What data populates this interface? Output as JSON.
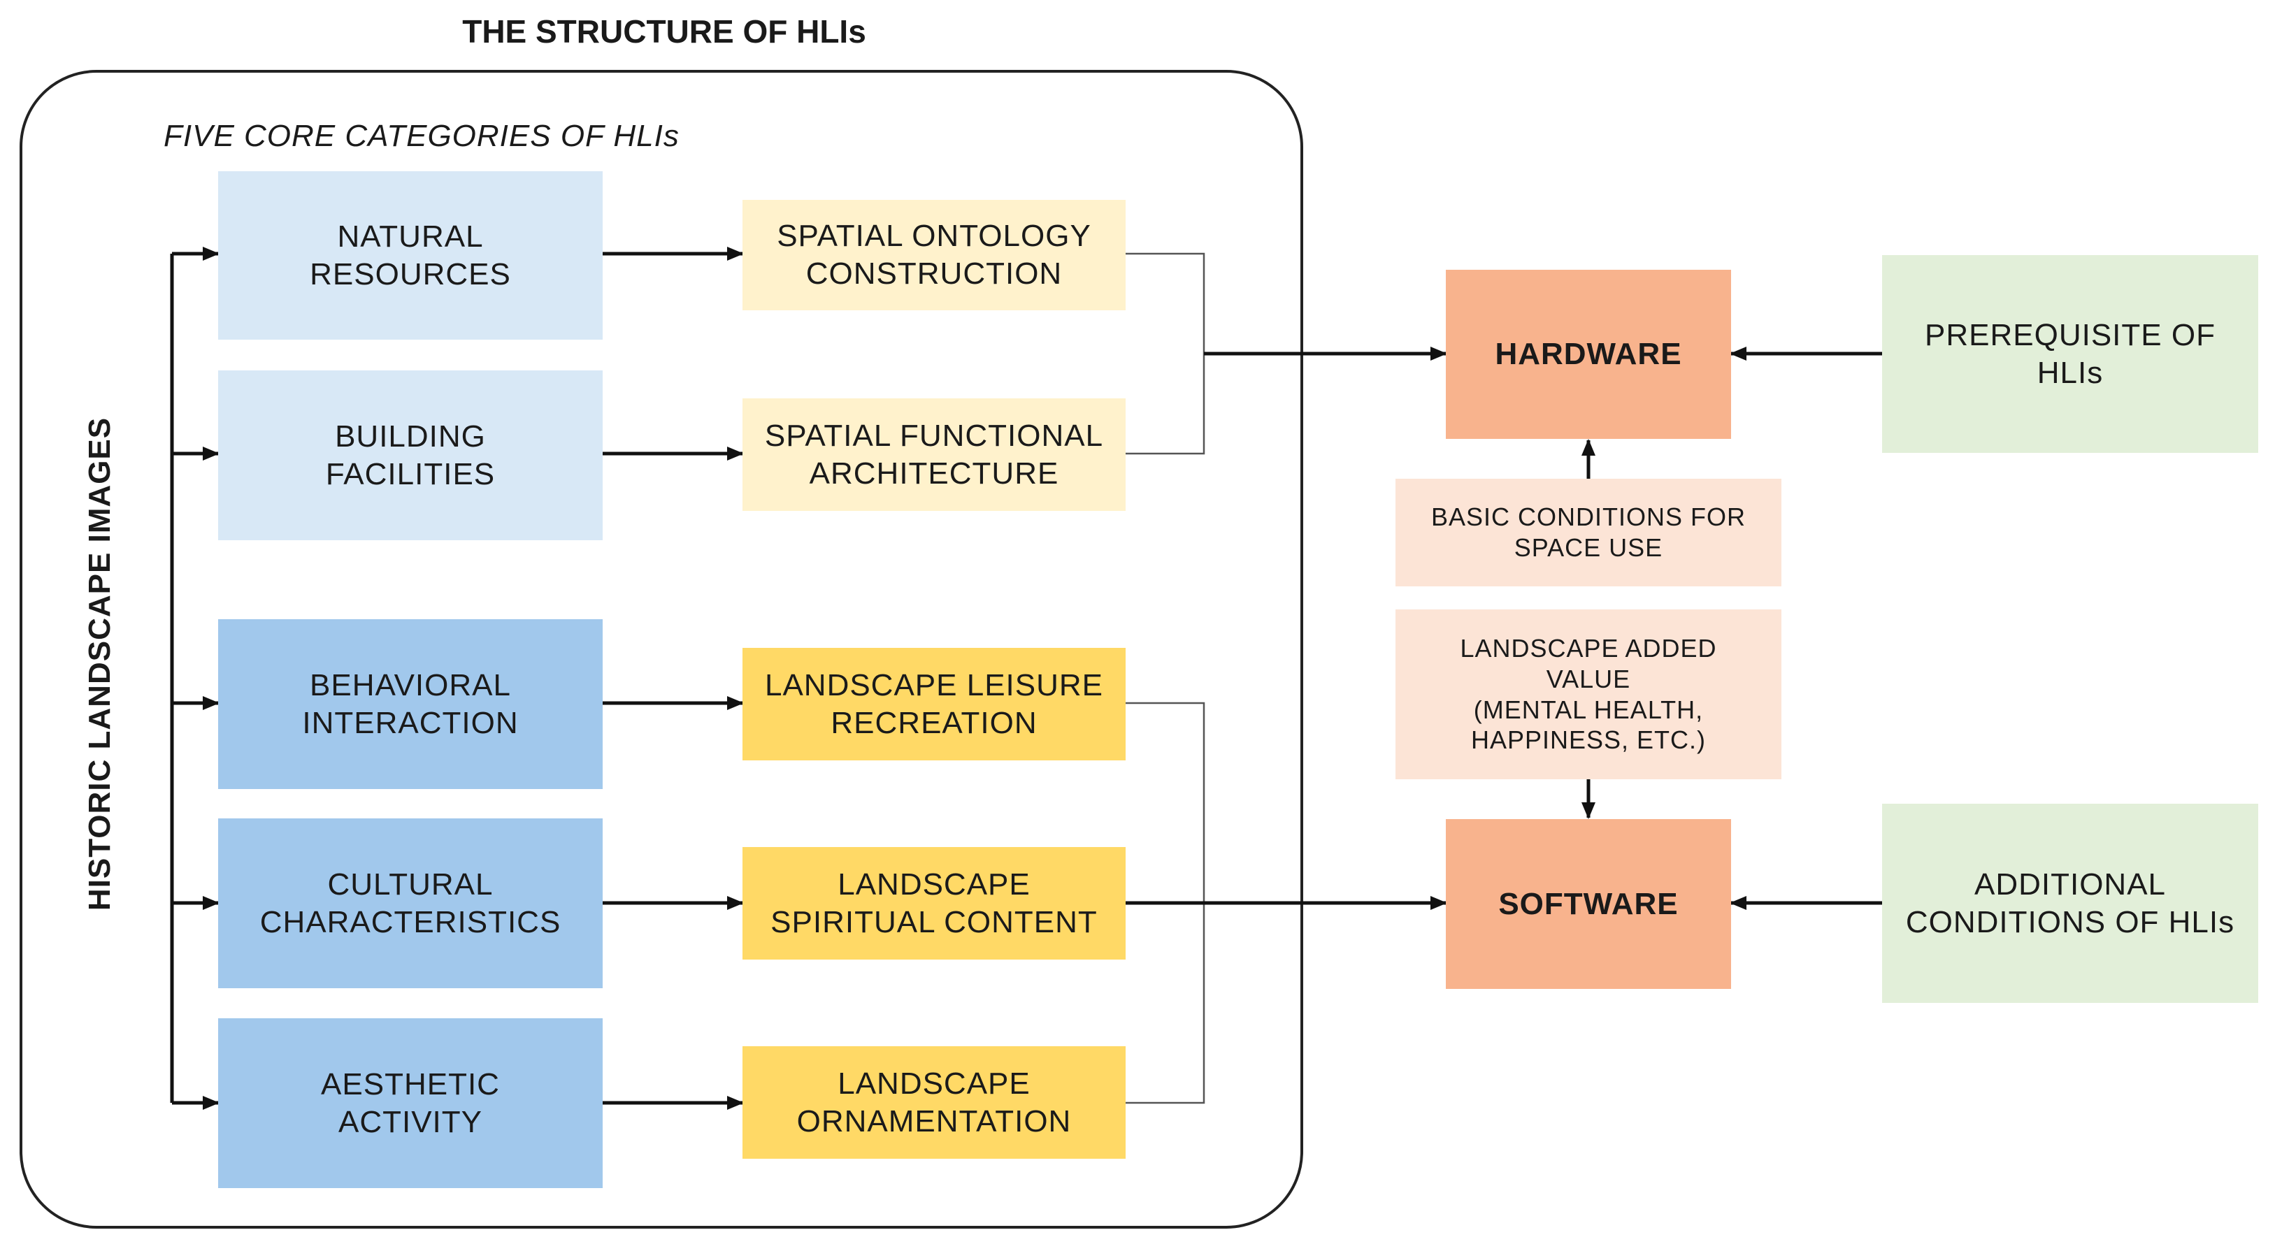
{
  "title": "THE STRUCTURE OF HLIs",
  "frame_label": "FIVE CORE CATEGORIES OF HLIs",
  "vertical_label": "HISTORIC LANDSCAPE IMAGES",
  "categories": [
    {
      "label": "NATURAL\nRESOURCES"
    },
    {
      "label": "BUILDING\nFACILITIES"
    },
    {
      "label": "BEHAVIORAL\nINTERACTION"
    },
    {
      "label": "CULTURAL\nCHARACTERISTICS"
    },
    {
      "label": "AESTHETIC\nACTIVITY"
    }
  ],
  "outcomes": [
    {
      "label": "SPATIAL ONTOLOGY\nCONSTRUCTION"
    },
    {
      "label": "SPATIAL FUNCTIONAL\nARCHITECTURE"
    },
    {
      "label": "LANDSCAPE LEISURE\nRECREATION"
    },
    {
      "label": "LANDSCAPE\nSPIRITUAL CONTENT"
    },
    {
      "label": "LANDSCAPE\nORNAMENTATION"
    }
  ],
  "hardware": {
    "label": "HARDWARE"
  },
  "software": {
    "label": "SOFTWARE"
  },
  "basic_conditions": {
    "label": "BASIC CONDITIONS FOR\nSPACE USE"
  },
  "added_value": {
    "label": "LANDSCAPE ADDED\nVALUE\n(MENTAL HEALTH,\nHAPPINESS, ETC.)"
  },
  "prerequisite": {
    "label": "PREREQUISITE OF\nHLIs"
  },
  "additional": {
    "label": "ADDITIONAL\nCONDITIONS OF HLIs"
  },
  "colors": {
    "light_blue": "#d8e8f6",
    "blue": "#a1c8ec",
    "light_yellow": "#fff2cc",
    "yellow": "#ffd966",
    "orange": "#f8b38d",
    "peach": "#fce4d6",
    "green": "#e2efd9",
    "line": "#111111"
  }
}
